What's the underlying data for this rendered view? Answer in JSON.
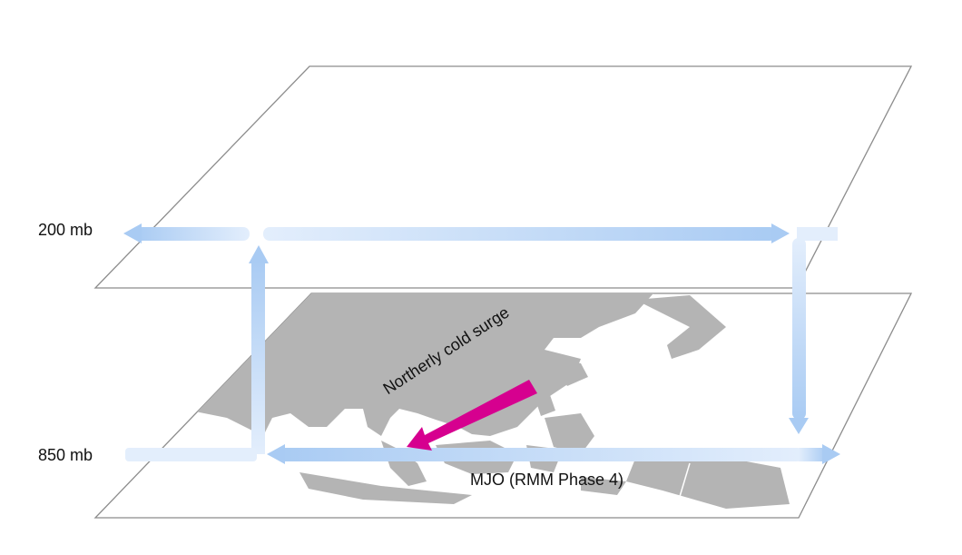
{
  "labels": {
    "upper_level": "200 mb",
    "lower_level": "850 mb",
    "mjo": "MJO (RMM Phase 4)",
    "cold_surge": "Northerly cold surge"
  },
  "colors": {
    "plane_border": "#8c8c8c",
    "land": "#b4b4b4",
    "circulation": "#a9cbf3",
    "cold_surge_arrow": "#d6008f"
  }
}
